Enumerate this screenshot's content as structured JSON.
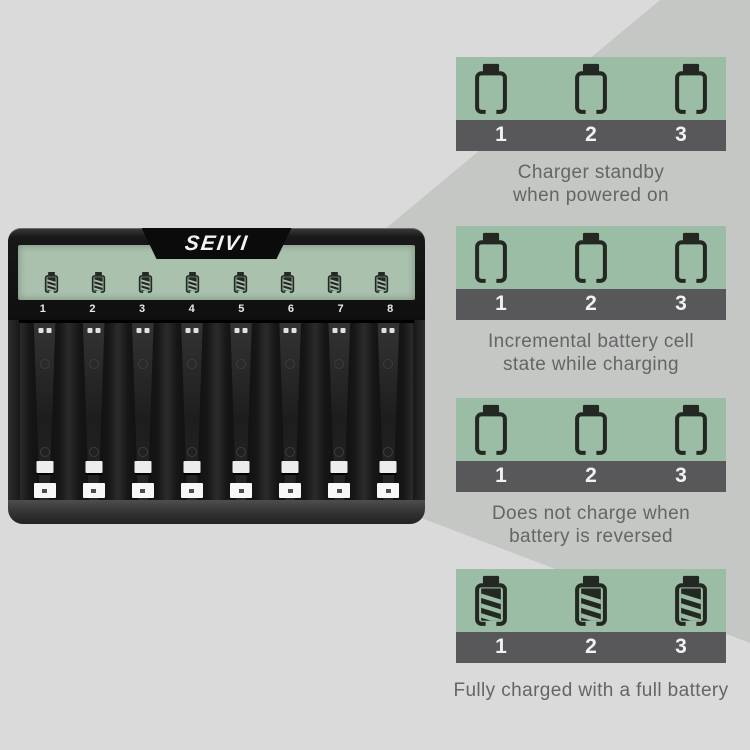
{
  "colors": {
    "bg_light": "#d9dad9",
    "bg_dark": "#c5c7c5",
    "panel_green": "#9cbda5",
    "lcd_green": "#a9c1ad",
    "strip_gray": "#58585a",
    "icon_dark": "#232823",
    "caption_gray": "#656565"
  },
  "charger": {
    "brand": "SEIVI",
    "slots": [
      {
        "number": "1",
        "battery": "full"
      },
      {
        "number": "2",
        "battery": "full"
      },
      {
        "number": "3",
        "battery": "full"
      },
      {
        "number": "4",
        "battery": "full"
      },
      {
        "number": "5",
        "battery": "full"
      },
      {
        "number": "6",
        "battery": "full"
      },
      {
        "number": "7",
        "battery": "full"
      },
      {
        "number": "8",
        "battery": "full"
      }
    ]
  },
  "panels": [
    {
      "battery_state": "empty",
      "cells": [
        "1",
        "2",
        "3"
      ],
      "caption_lines": [
        "Charger standby",
        "when powered on"
      ]
    },
    {
      "battery_state": "empty",
      "cells": [
        "1",
        "2",
        "3"
      ],
      "caption_lines": [
        "Incremental battery cell",
        "state while charging"
      ]
    },
    {
      "battery_state": "empty",
      "cells": [
        "1",
        "2",
        "3"
      ],
      "caption_lines": [
        "Does not charge when",
        "battery is reversed"
      ]
    },
    {
      "battery_state": "full",
      "cells": [
        "1",
        "2",
        "3"
      ],
      "caption_lines": [
        "Fully charged with a full battery"
      ]
    }
  ],
  "panel_tops": [
    57,
    226,
    398,
    569
  ]
}
